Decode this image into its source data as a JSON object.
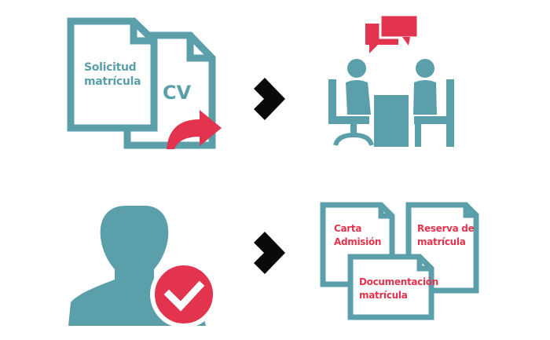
{
  "steps": {
    "application": {
      "form_label_line1": "Solicitud",
      "form_label_line2": "matrícula",
      "cv_label": "CV"
    },
    "interview": {},
    "approved": {},
    "documents": {
      "letter_line1": "Carta",
      "letter_line2": "Admisión",
      "reservation_line1": "Reserva de",
      "reservation_line2": "matrícula",
      "documentation_line1": "Documentación",
      "documentation_line2": "matrícula"
    }
  },
  "colors": {
    "teal": "#5b9fab",
    "red": "#e2344e",
    "arrow": "#0a0a0a",
    "background": "#ffffff"
  },
  "icons": [
    "documents-icon",
    "send-arrow-icon",
    "chevron-right-icon",
    "meeting-icon",
    "speech-bubbles-icon",
    "user-icon",
    "check-badge-icon",
    "document-icon"
  ]
}
